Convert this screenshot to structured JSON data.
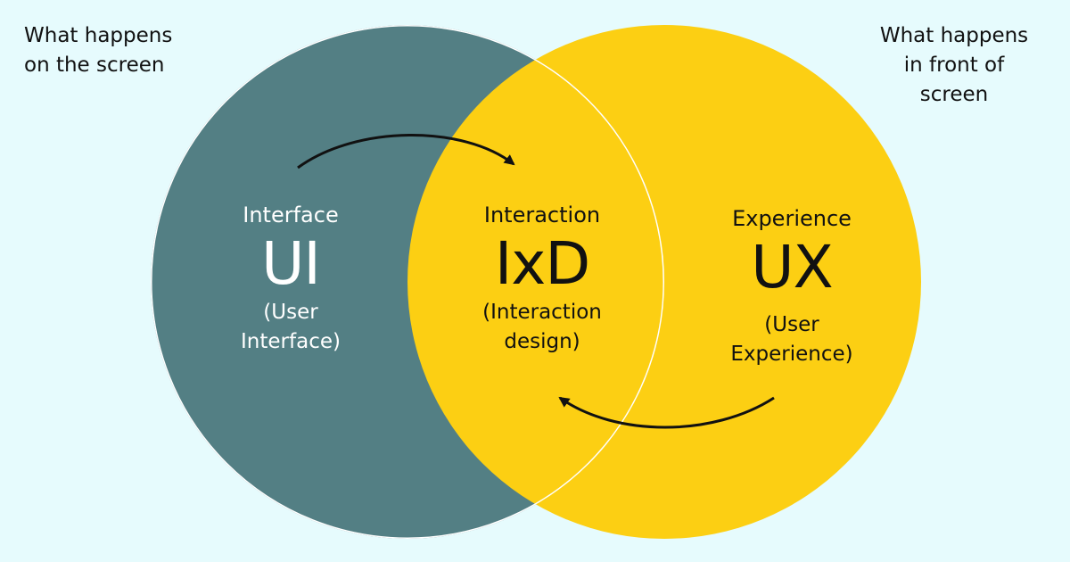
{
  "background_color": "#e6fbfd",
  "colors": {
    "ui_circle": "#537f84",
    "ux_circle": "#fccf13",
    "outline": "#ffffff",
    "arrow": "#111111",
    "text_dark": "#111111",
    "text_light": "#ffffff"
  },
  "corner_left": {
    "line1": "What happens",
    "line2": "on the screen"
  },
  "corner_right": {
    "line1": "What happens",
    "line2": "in front of",
    "line3": "screen"
  },
  "ui": {
    "label": "Interface",
    "acronym": "UI",
    "desc_line1": "(User",
    "desc_line2": "Interface)"
  },
  "ixd": {
    "label": "Interaction",
    "acronym": "IxD",
    "desc_line1": "(Interaction",
    "desc_line2": "design)"
  },
  "ux": {
    "label": "Experience",
    "acronym": "UX",
    "desc_line1": "(User",
    "desc_line2": "Experience)"
  }
}
